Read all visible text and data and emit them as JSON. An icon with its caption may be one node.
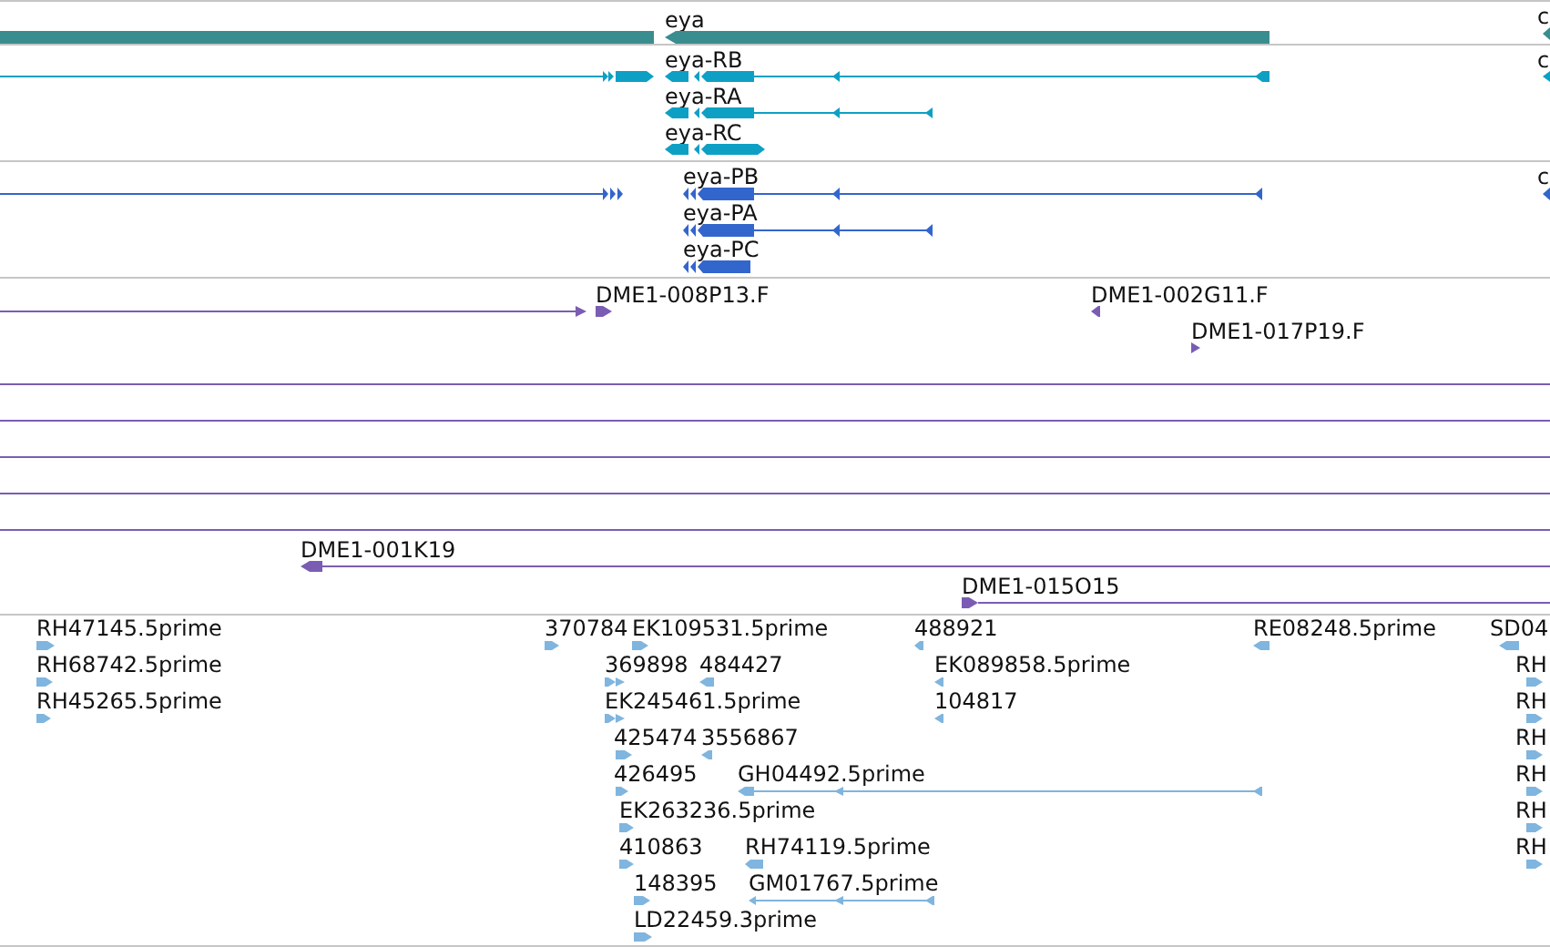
{
  "diagram": {
    "nodes": [
      {
        "text": [],
        "shape": "bar"
      },
      {
        "text": [
          "eya"
        ]
      },
      {
        "text": [
          "c"
        ]
      },
      {
        "text": [],
        "shape": "arrow"
      },
      {
        "text": [
          "eya-RB"
        ]
      },
      {
        "text": [
          "c"
        ]
      },
      {
        "text": [
          "eya-RA"
        ]
      },
      {
        "text": [
          "eya-RC"
        ]
      },
      {
        "text": [],
        "shape": "arrow"
      },
      {
        "text": [
          "eya-PB"
        ]
      },
      {
        "text": [
          "c"
        ]
      },
      {
        "text": [
          "eya-PA"
        ]
      },
      {
        "text": [
          "eya-PC"
        ]
      },
      {
        "text": [],
        "shape": "arrow"
      },
      {
        "text": [
          "DME1-008P13.F"
        ]
      },
      {
        "text": [
          "DME1-002G11.F"
        ]
      },
      {
        "text": [
          "DME1-017P19.F"
        ]
      },
      {
        "text": [],
        "shape": "line"
      },
      {
        "text": [],
        "shape": "line"
      },
      {
        "text": [],
        "shape": "line"
      },
      {
        "text": [],
        "shape": "line"
      },
      {
        "text": [],
        "shape": "line"
      },
      {
        "text": [
          "DME1-001K19"
        ]
      },
      {
        "text": [
          "DME1-015O15"
        ]
      },
      {
        "text": [
          "RH47145.5prime"
        ]
      },
      {
        "text": [
          "370784"
        ]
      },
      {
        "text": [
          "EK109531.5prime"
        ]
      },
      {
        "text": [
          "488921"
        ]
      },
      {
        "text": [
          "RE08248.5prime"
        ]
      },
      {
        "text": [
          "SD04"
        ]
      },
      {
        "text": [
          "RH68742.5prime"
        ]
      },
      {
        "text": [
          "369898"
        ]
      },
      {
        "text": [
          "484427"
        ]
      },
      {
        "text": [
          "EK089858.5prime"
        ]
      },
      {
        "text": [
          "RH"
        ]
      },
      {
        "text": [
          "RH45265.5prime"
        ]
      },
      {
        "text": [
          "EK245461.5prime"
        ]
      },
      {
        "text": [
          "104817"
        ]
      },
      {
        "text": [
          "RH"
        ]
      },
      {
        "text": [
          "425474"
        ]
      },
      {
        "text": [
          "3556867"
        ]
      },
      {
        "text": [
          "RH"
        ]
      },
      {
        "text": [
          "426495"
        ]
      },
      {
        "text": [
          "GH04492.5prime"
        ]
      },
      {
        "text": [
          "RH"
        ]
      },
      {
        "text": [
          "EK263236.5prime"
        ]
      },
      {
        "text": [
          "RH"
        ]
      },
      {
        "text": [
          "410863"
        ]
      },
      {
        "text": [
          "RH74119.5prime"
        ]
      },
      {
        "text": [
          "RH"
        ]
      },
      {
        "text": [
          "148395"
        ]
      },
      {
        "text": [
          "GM01767.5prime"
        ]
      },
      {
        "text": [
          "LD22459.3prime"
        ]
      }
    ]
  }
}
